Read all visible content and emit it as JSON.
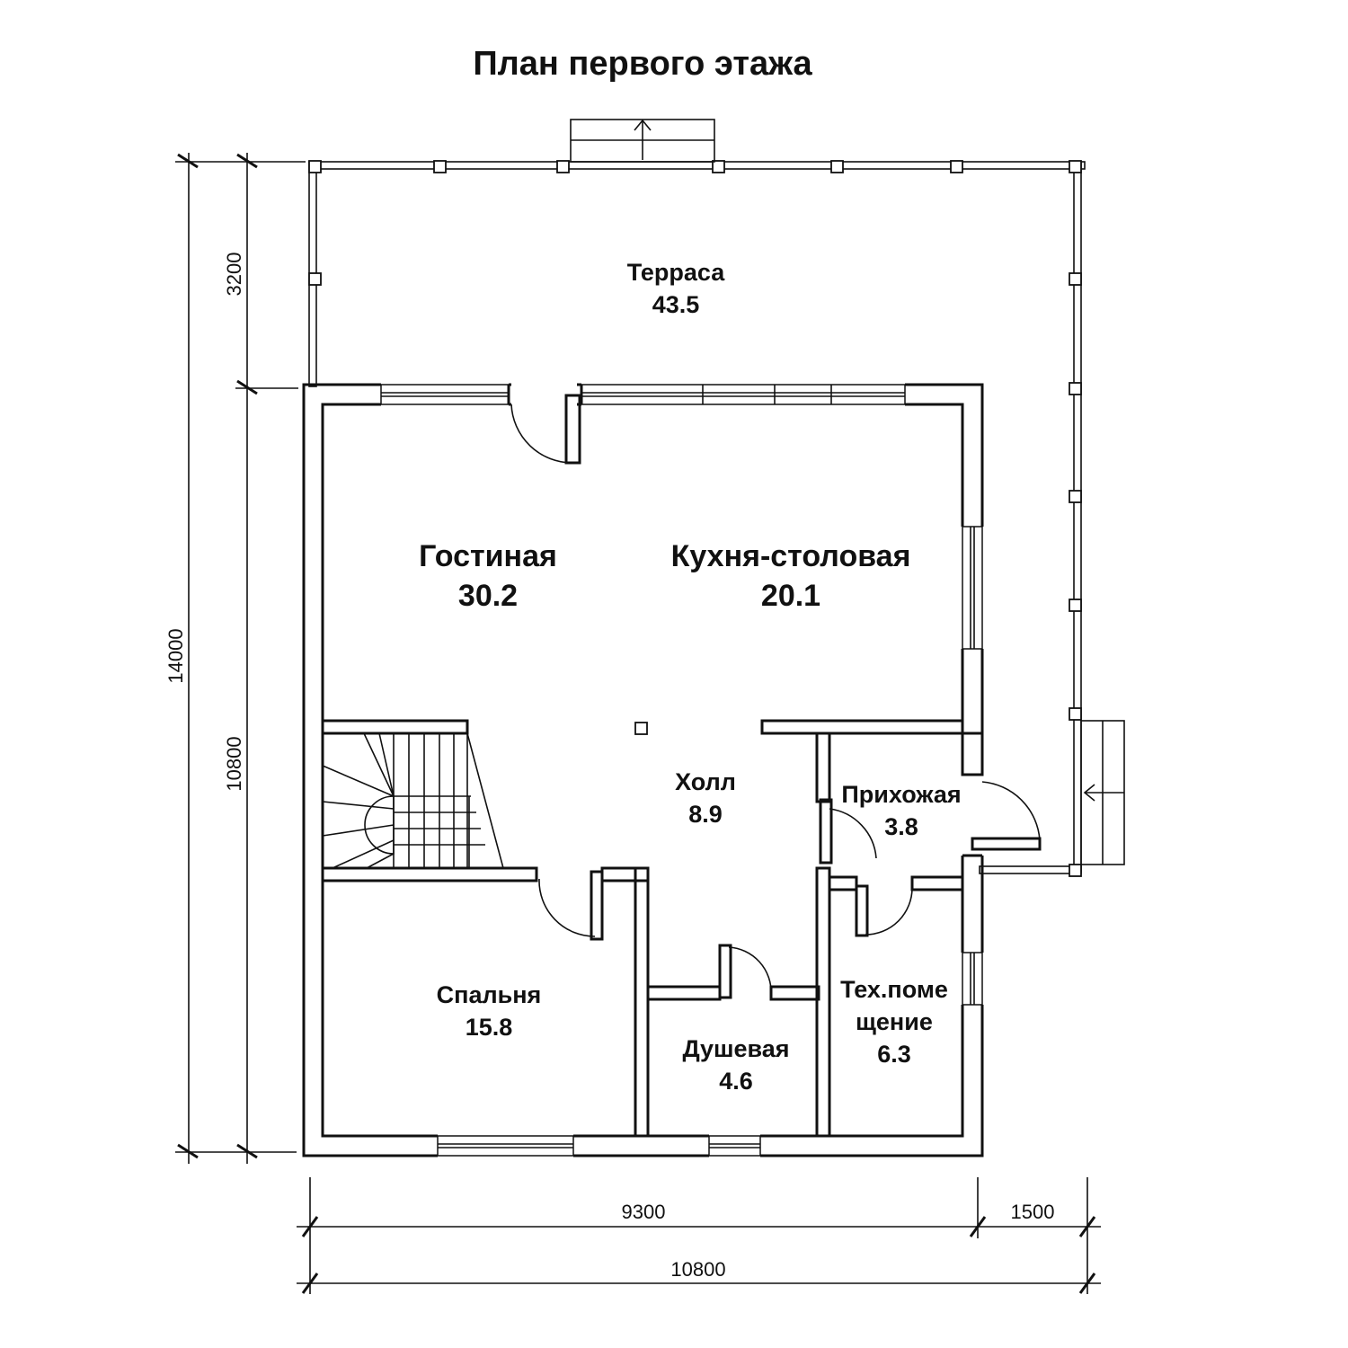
{
  "title": "План первого этажа",
  "rooms": {
    "terrace": {
      "name": "Терраса",
      "area": "43.5"
    },
    "living": {
      "name": "Гостиная",
      "area": "30.2"
    },
    "kitchen": {
      "name": "Кухня-столовая",
      "area": "20.1"
    },
    "hall": {
      "name": "Холл",
      "area": "8.9"
    },
    "entry": {
      "name": "Прихожая",
      "area": "3.8"
    },
    "bedroom": {
      "name": "Спальня",
      "area": "15.8"
    },
    "shower": {
      "name": "Душевая",
      "area": "4.6"
    },
    "tech": {
      "name_line1": "Тех.поме",
      "name_line2": "щение",
      "area": "6.3"
    }
  },
  "dimensions": {
    "terrace_depth": "3200",
    "house_depth": "10800",
    "total_depth": "14000",
    "house_width": "9300",
    "terrace_width": "1500",
    "total_width": "10800"
  }
}
